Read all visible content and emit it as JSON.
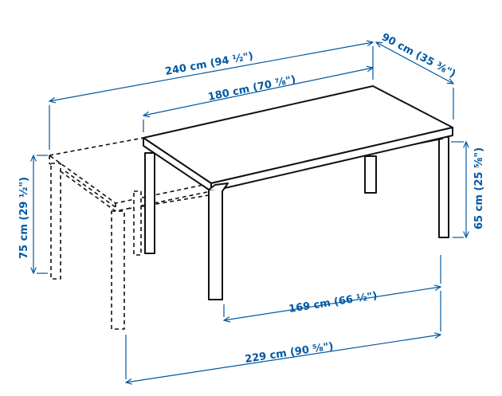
{
  "dimensions": {
    "extended_length": "240 cm (94 ½\")",
    "base_length": "180 cm (70 ⅞\")",
    "depth": "90 cm (35 ⅜\")",
    "table_height": "75 cm (29 ½\")",
    "leg_height": "65 cm (25 ⅝\")",
    "base_leg_span": "169 cm (66 ½\")",
    "extended_leg_span": "229 cm (90 ⅝\")"
  }
}
